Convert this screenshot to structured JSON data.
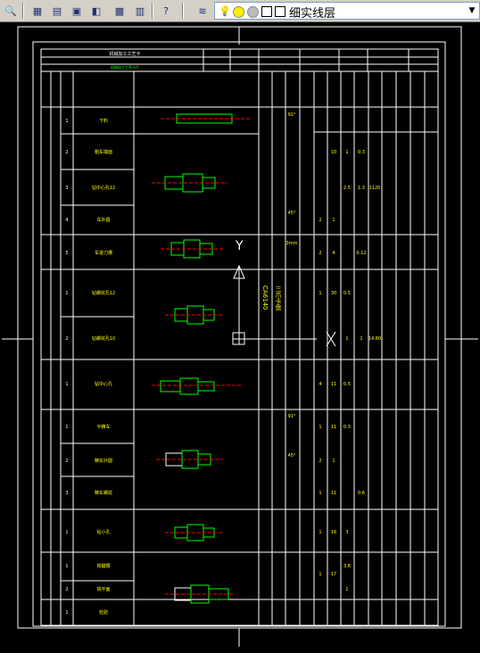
{
  "toolbar": {
    "layer_name": "细实线层",
    "buttons": [
      "zoom-icon",
      "pan-icon",
      "properties-icon",
      "design-center-icon",
      "tool-palette-icon",
      "calculator-icon",
      "help-icon"
    ]
  },
  "colors": {
    "accent": "#00ff00",
    "sketch": "#ffff00",
    "dim": "#ff0000",
    "text": "#ffffff"
  },
  "drawing": {
    "header_title": "机械加工工艺卡",
    "header_sub": "机械加工工序卡片",
    "rows": [
      {
        "num": "1",
        "name": "下料",
        "op": "91°",
        "f": "",
        "ap": "",
        "t": ""
      },
      {
        "num": "2",
        "name": "粗车端面",
        "op": "",
        "f": "10",
        "ap": "1",
        "t": "0.3"
      },
      {
        "num": "3",
        "name": "钻中心孔12",
        "op": "",
        "f": "2.5",
        "ap": "1.3",
        "t": "1120"
      },
      {
        "num": "4",
        "name": "车外圆",
        "op": "45°",
        "f": "2",
        "ap": "1",
        "t": ""
      },
      {
        "num": "5",
        "name": "车退刀槽",
        "op": "3mm",
        "f": "2",
        "ap": "4",
        "t": "0.12"
      },
      {
        "num": "1",
        "name": "钻螺纹孔12",
        "op": "",
        "f": "1",
        "ap": "30",
        "t": "0.5"
      },
      {
        "num": "2",
        "name": "钻螺纹孔10",
        "op": "",
        "f": "1",
        "ap": "1",
        "t": "14.80"
      },
      {
        "num": "1",
        "name": "钻中心孔",
        "op": "",
        "f": "4",
        "ap": "11",
        "t": "0.5"
      },
      {
        "num": "1",
        "name": "半精车",
        "op": "91°",
        "f": "1",
        "ap": "11",
        "t": "0.3"
      },
      {
        "num": "2",
        "name": "精车外圆",
        "op": "45°",
        "f": "2",
        "ap": "1",
        "t": ""
      },
      {
        "num": "3",
        "name": "精车螺纹",
        "op": "",
        "f": "1",
        "ap": "11",
        "t": "0.6"
      },
      {
        "num": "1",
        "name": "钻小孔",
        "op": "",
        "f": "1",
        "ap": "16",
        "t": "3"
      },
      {
        "num": "1",
        "name": "铣键槽",
        "op": "",
        "f": "1",
        "ap": "17",
        "t": "3.8"
      },
      {
        "num": "2",
        "name": "铣平面",
        "op": "",
        "f": "",
        "ap": "",
        "t": "1"
      },
      {
        "num": "1",
        "name": "检验",
        "op": "",
        "f": "",
        "ap": "",
        "t": ""
      }
    ],
    "process_col": "CA6140",
    "tool_col": "三爪卡盘"
  }
}
